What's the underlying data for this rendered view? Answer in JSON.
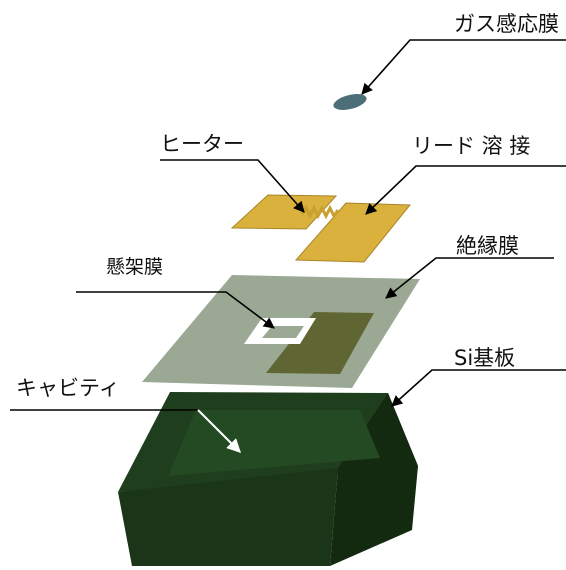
{
  "labels": {
    "gas_sensing_film": "ガス感応膜",
    "heater": "ヒーター",
    "lead_weld": "リード 溶 接",
    "suspension_film": "懸架膜",
    "insulating_film": "絶縁膜",
    "cavity": "キャビティ",
    "si_substrate": "Si基板"
  },
  "colors": {
    "gas_film": "#4c6e78",
    "heater_pad": "#d9b13c",
    "heater_edge": "#a9862a",
    "membrane": "#9aa894",
    "insulator_patch": "#5f6634",
    "substrate_top": "#1f3e1d",
    "substrate_front": "#1a3517",
    "substrate_side": "#132a11",
    "leader_line": "#000000",
    "arrow_white": "#ffffff"
  }
}
